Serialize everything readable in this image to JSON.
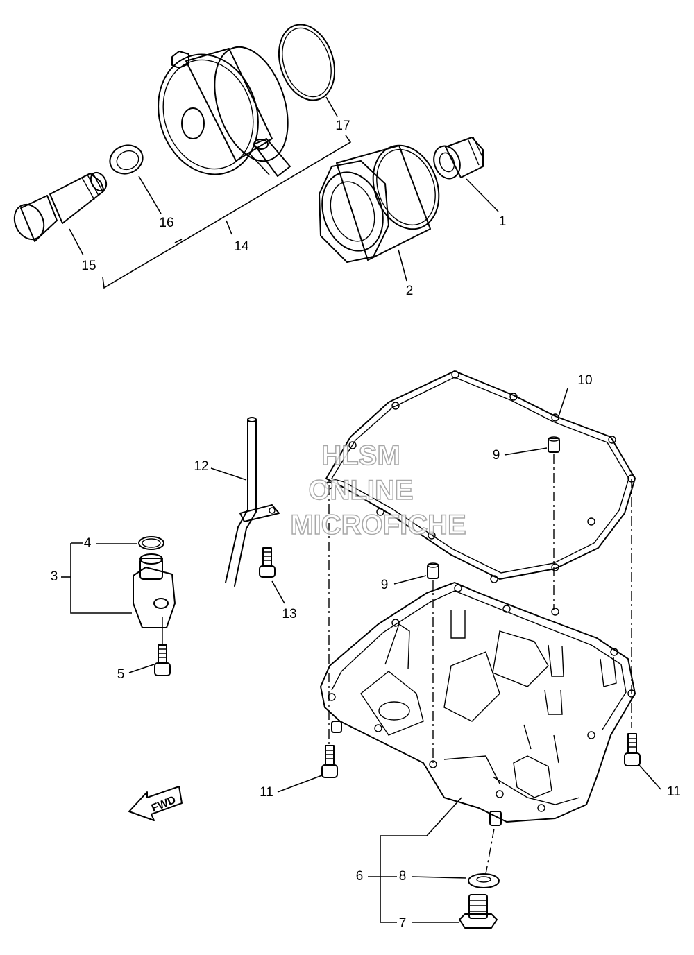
{
  "callouts": [
    "1",
    "2",
    "3",
    "4",
    "5",
    "6",
    "7",
    "8",
    "9",
    "9",
    "10",
    "11",
    "11",
    "12",
    "13",
    "14",
    "15",
    "16",
    "17"
  ],
  "direction_badge": "FWD",
  "watermark": [
    "HLSM",
    "ONLINE",
    "MICROFICHE"
  ]
}
